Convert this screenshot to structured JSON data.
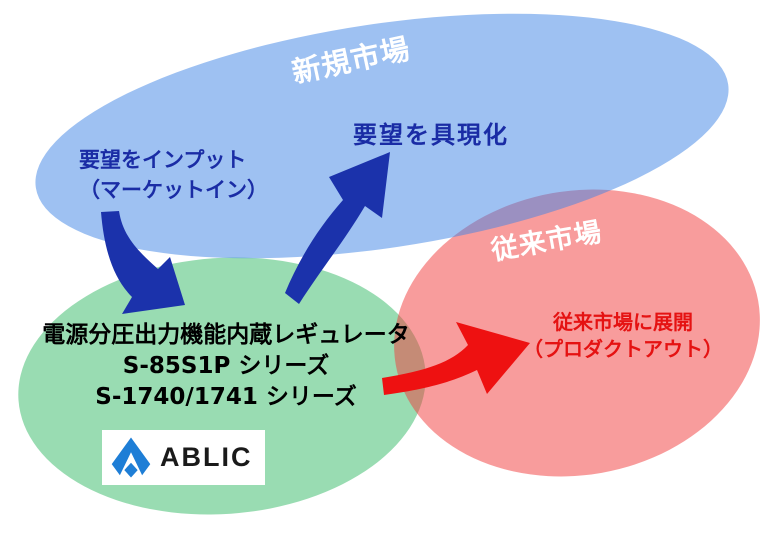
{
  "colors": {
    "new_market_base": "#3D83E5",
    "product_base": "#33B965",
    "conventional_base": "#F13939",
    "arrow_blue": "#1B32AB",
    "arrow_red": "#EE1111",
    "text_blue": "#1A2CA5",
    "text_red": "#E51212",
    "text_white": "#FFFFFF",
    "text_black": "#000000",
    "ablic_blue": "#1E7ED6"
  },
  "diagram": {
    "new_market": {
      "label": "新規市場"
    },
    "conventional_market": {
      "label": "従来市場"
    },
    "input_note": {
      "line1": "要望をインプット",
      "line2": "（マーケットイン）"
    },
    "realize_note": {
      "label": "要望を具現化"
    },
    "product": {
      "line1": "電源分圧出力機能内蔵レギュレータ",
      "line2": "S-85S1P シリーズ",
      "line3": "S-1740/1741 シリーズ"
    },
    "deploy_note": {
      "line1": "従来市場に展開",
      "line2": "（プロダクトアウト）"
    },
    "logo": {
      "text": "ABLIC",
      "icon": "ablic-mountain-icon"
    }
  }
}
